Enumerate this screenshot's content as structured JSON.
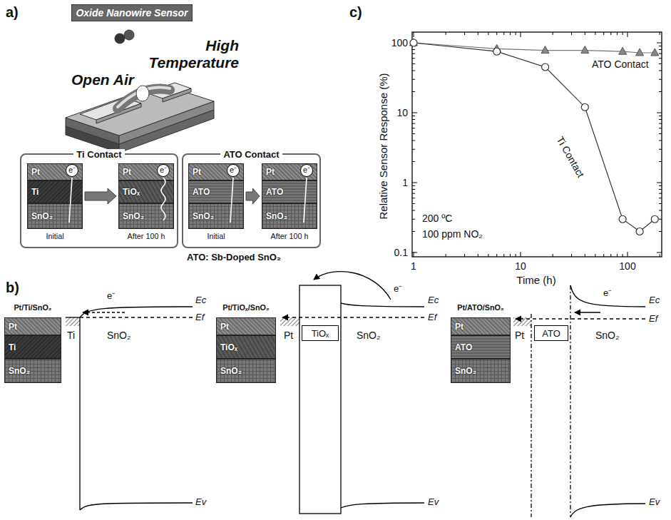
{
  "diagram": {
    "nodes": [
      {
        "text": [
          "Oxide Nanowire Sensor"
        ]
      },
      {
        "text": [
          "Ti Contact"
        ]
      },
      {
        "text": [
          "Initial"
        ],
        "in": 1
      },
      {
        "text": [
          "Pt"
        ],
        "in": 2
      },
      {
        "text": [
          "Ti"
        ],
        "in": 2
      },
      {
        "text": [
          "SnO₂"
        ],
        "in": 2
      },
      {
        "text": [
          "After 100 h"
        ],
        "in": 1
      },
      {
        "text": [
          "Pt"
        ],
        "in": 6
      },
      {
        "text": [
          "TiOₓ"
        ],
        "in": 6
      },
      {
        "text": [
          "SnO₂"
        ],
        "in": 6
      },
      {
        "text": [
          "ATO Contact"
        ]
      },
      {
        "text": [
          "Initial"
        ],
        "in": 10
      },
      {
        "text": [
          "Pt"
        ],
        "in": 11
      },
      {
        "text": [
          "ATO"
        ],
        "in": 11
      },
      {
        "text": [
          "SnO₂"
        ],
        "in": 11
      },
      {
        "text": [
          "After 100 h"
        ],
        "in": 10
      },
      {
        "text": [
          "Pt"
        ],
        "in": 15
      },
      {
        "text": [
          "ATO"
        ],
        "in": 15
      },
      {
        "text": [
          "SnO₂"
        ],
        "in": 15
      },
      {
        "text": [
          "Pt/Ti/SnO₂"
        ]
      },
      {
        "text": [
          "Pt"
        ],
        "in": 19
      },
      {
        "text": [
          "Ti"
        ],
        "in": 19
      },
      {
        "text": [
          "SnO₂"
        ],
        "in": 19
      },
      {
        "text": [
          "Pt/TiOₓ/SnO₂"
        ]
      },
      {
        "text": [
          "Pt"
        ],
        "in": 23
      },
      {
        "text": [
          "TiOₓ"
        ],
        "in": 23
      },
      {
        "text": [
          "SnO₂"
        ],
        "in": 23
      },
      {
        "text": [
          "Pt/ATO/SnO₂"
        ]
      },
      {
        "text": [
          "Pt"
        ],
        "in": 27
      },
      {
        "text": [
          "ATO"
        ],
        "in": 27
      },
      {
        "text": [
          "SnO₂"
        ],
        "in": 27
      },
      {
        "text": [
          "TiOₓ"
        ]
      },
      {
        "text": [
          "ATO"
        ]
      }
    ],
    "edges": [
      {
        "from": 2,
        "to": 6,
        "arrow": "to"
      },
      {
        "from": 11,
        "to": 15,
        "arrow": "to"
      }
    ],
    "labels": [
      "a)",
      "Open Air",
      "High Temperature",
      "ATO: Sb-Doped SnO₂",
      "e⁻",
      "e⁻",
      "e⁻",
      "e⁻",
      "b)",
      "Ti",
      "SnO₂",
      "Ec",
      "Ef",
      "Ev",
      "e⁻",
      "Pt",
      "SnO₂",
      "Ec",
      "Ef",
      "Ev",
      "e⁻",
      "Pt",
      "SnO₂",
      "e⁻",
      "Ec",
      "Ef",
      "Ev",
      "c)",
      "Relative Sensor Response (%)",
      "100",
      "10",
      "1",
      "0.1",
      "1",
      "10",
      "100",
      "Time (h)",
      "ATO Contact",
      "Ti Contact",
      "200 ºC",
      "100 ppm NO₂"
    ]
  }
}
